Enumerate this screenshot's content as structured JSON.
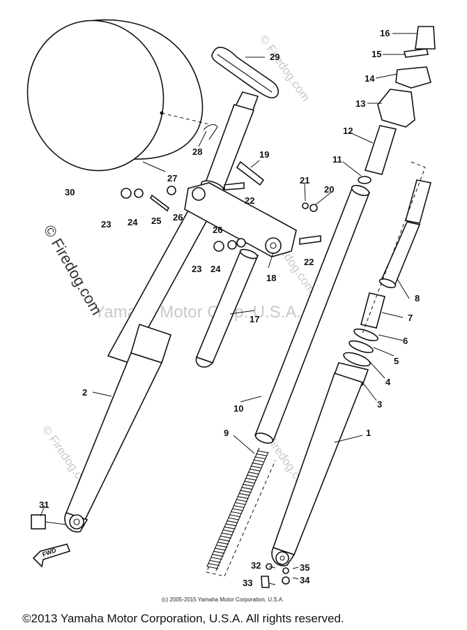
{
  "watermarks": {
    "site": "© Firedog.com",
    "center": "Yamaha Motor Corp. U.S.A."
  },
  "diagram": {
    "direction_label": "FWD",
    "callouts": [
      "1",
      "2",
      "3",
      "4",
      "5",
      "6",
      "7",
      "8",
      "9",
      "10",
      "11",
      "12",
      "13",
      "14",
      "15",
      "16",
      "17",
      "18",
      "19",
      "20",
      "21",
      "22",
      "22",
      "23",
      "23",
      "24",
      "24",
      "25",
      "26",
      "26",
      "27",
      "28",
      "29",
      "30",
      "31",
      "32",
      "33",
      "34",
      "35"
    ]
  },
  "footer": {
    "small_copyright": "(c) 2005-2015 Yamaha Motor Corporation, U.S.A.",
    "main_copyright": "©2013 Yamaha Motor Corporation, U.S.A. All rights reserved."
  }
}
